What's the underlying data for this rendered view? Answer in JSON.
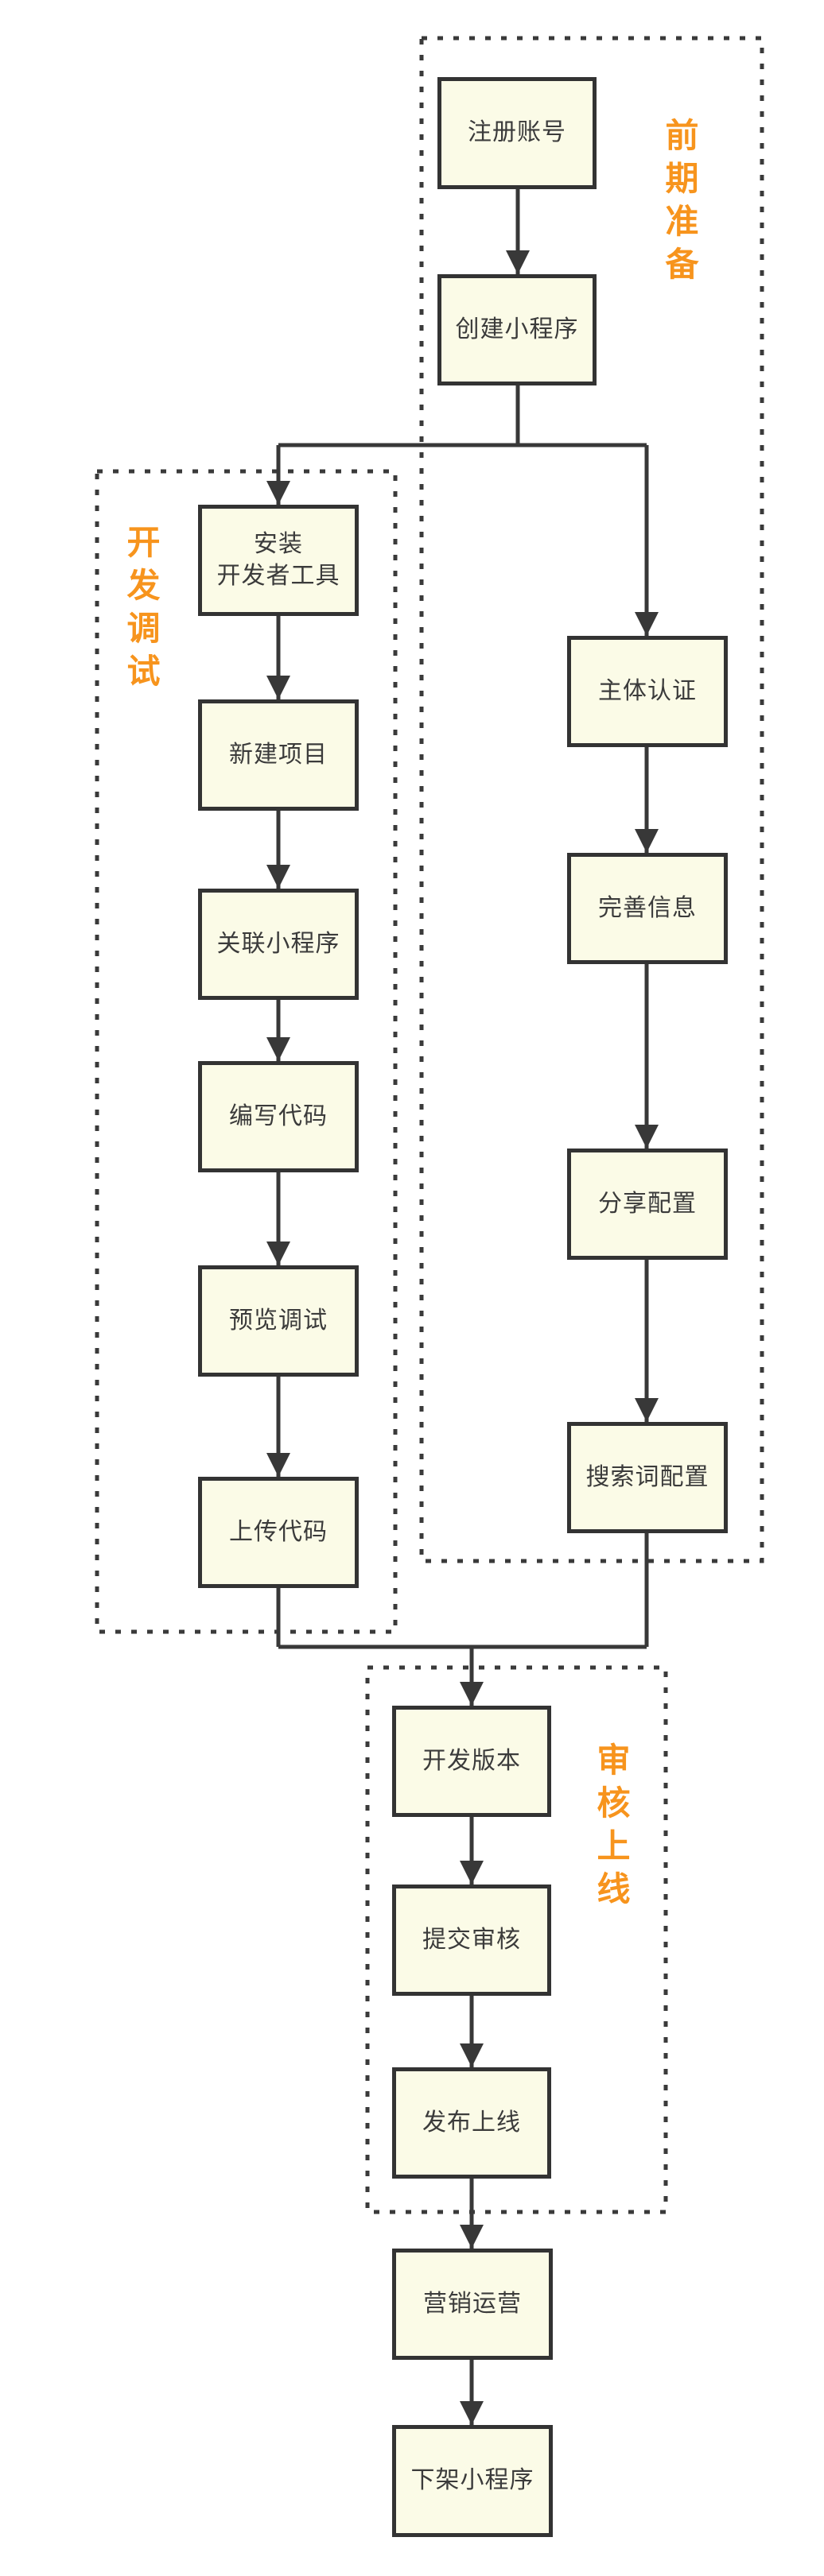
{
  "groups": [
    {
      "id": "preparation",
      "label": "前期准备"
    },
    {
      "id": "dev-debug",
      "label": "开发调试"
    },
    {
      "id": "review-launch",
      "label": "审核上线"
    }
  ],
  "nodes": [
    {
      "id": "register-account",
      "label": "注册账号"
    },
    {
      "id": "create-miniprogram",
      "label": "创建小程序"
    },
    {
      "id": "install-devtools",
      "label": "安装\n开发者工具"
    },
    {
      "id": "new-project",
      "label": "新建项目"
    },
    {
      "id": "link-miniprogram",
      "label": "关联小程序"
    },
    {
      "id": "write-code",
      "label": "编写代码"
    },
    {
      "id": "preview-debug",
      "label": "预览调试"
    },
    {
      "id": "upload-code",
      "label": "上传代码"
    },
    {
      "id": "subject-verification",
      "label": "主体认证"
    },
    {
      "id": "complete-info",
      "label": "完善信息"
    },
    {
      "id": "share-config",
      "label": "分享配置"
    },
    {
      "id": "search-keyword-config",
      "label": "搜索词配置"
    },
    {
      "id": "dev-version",
      "label": "开发版本"
    },
    {
      "id": "submit-review",
      "label": "提交审核"
    },
    {
      "id": "publish-online",
      "label": "发布上线"
    },
    {
      "id": "marketing-operation",
      "label": "营销运营"
    },
    {
      "id": "remove-miniprogram",
      "label": "下架小程序"
    }
  ],
  "edges": [
    {
      "from": "register-account",
      "to": "create-miniprogram"
    },
    {
      "from": "create-miniprogram",
      "to": "install-devtools"
    },
    {
      "from": "create-miniprogram",
      "to": "subject-verification"
    },
    {
      "from": "install-devtools",
      "to": "new-project"
    },
    {
      "from": "new-project",
      "to": "link-miniprogram"
    },
    {
      "from": "link-miniprogram",
      "to": "write-code"
    },
    {
      "from": "write-code",
      "to": "preview-debug"
    },
    {
      "from": "preview-debug",
      "to": "upload-code"
    },
    {
      "from": "subject-verification",
      "to": "complete-info"
    },
    {
      "from": "complete-info",
      "to": "share-config"
    },
    {
      "from": "share-config",
      "to": "search-keyword-config"
    },
    {
      "from": "upload-code",
      "to": "dev-version"
    },
    {
      "from": "search-keyword-config",
      "to": "dev-version"
    },
    {
      "from": "dev-version",
      "to": "submit-review"
    },
    {
      "from": "submit-review",
      "to": "publish-online"
    },
    {
      "from": "publish-online",
      "to": "marketing-operation"
    },
    {
      "from": "marketing-operation",
      "to": "remove-miniprogram"
    }
  ],
  "colors": {
    "background": "#ffffff",
    "node_fill": "#fbfbe7",
    "node_border": "#333333",
    "node_text": "#3b3b3b",
    "connector": "#383838",
    "group_border": "#3a3a3a",
    "group_label": "#f7941d"
  }
}
